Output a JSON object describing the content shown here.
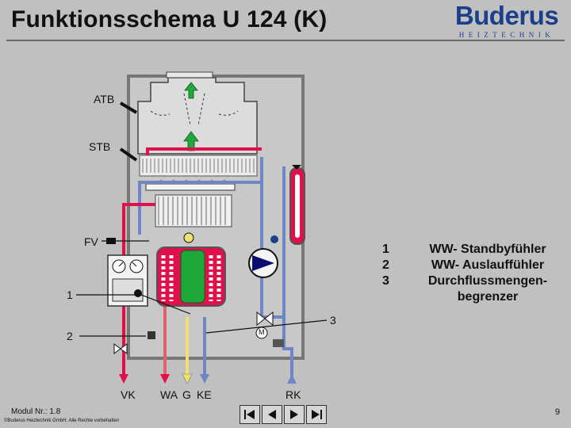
{
  "slide": {
    "title": "Funktionsschema U 124 (K)"
  },
  "logo": {
    "name": "Buderus",
    "tagline": "HEIZTECHNIK"
  },
  "legend": [
    {
      "num": "1",
      "text": "WW- Standbyfühler"
    },
    {
      "num": "2",
      "text": "WW- Auslauffühler"
    },
    {
      "num": "3",
      "text": "Durchflussmengen- begrenzer"
    }
  ],
  "labels": {
    "atb": "ATB",
    "stb": "STB",
    "fv": "FV",
    "marker_1": "1",
    "marker_2": "2",
    "marker_3": "3",
    "motor": "M",
    "vk": "VK",
    "wa": "WA",
    "g": "G",
    "ke": "KE",
    "rk": "RK"
  },
  "footer": {
    "module": "Modul Nr.: 1.8",
    "copyright": "©Buderus Heiztechnik GmbH. Alle Rechte vorbehalten",
    "page": "9"
  },
  "colors": {
    "red": "#e0104a",
    "pink": "#e06078",
    "blue": "#6f86c6",
    "navy": "#0b1070",
    "green": "#1ea83a",
    "yellow": "#f0e070",
    "grey_panel": "#c0c0c0"
  },
  "nav_icons": [
    "first-page-icon",
    "previous-page-icon",
    "next-page-icon",
    "last-page-icon"
  ]
}
